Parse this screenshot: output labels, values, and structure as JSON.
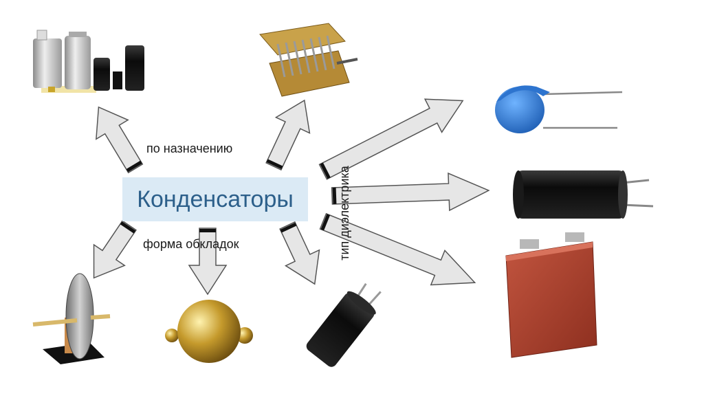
{
  "diagram": {
    "center_label": "Конденсаторы",
    "label_purpose": "по назначению",
    "label_shape": "форма обкладок",
    "label_dielectric": "тип диэлектрика",
    "colors": {
      "center_fill": "#dbeaf5",
      "center_text": "#2c5f8a",
      "arrow_fill": "#e6e6e6",
      "arrow_stroke": "#555555"
    }
  }
}
